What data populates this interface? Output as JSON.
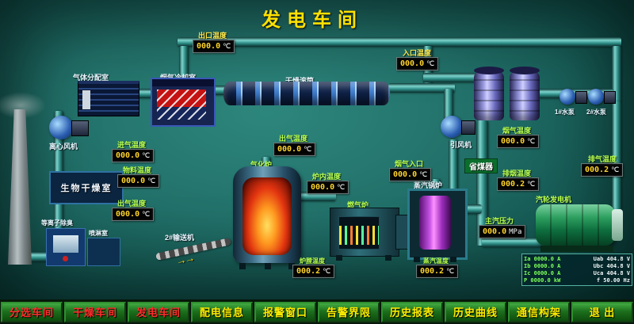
{
  "title": "发电车间",
  "equipment": {
    "gas_distribution": "气体分配室",
    "flue_cooling": "烟气冷却室",
    "drying_drum": "干燥滚筒",
    "centrifugal_fan": "离心风机",
    "bio_drying": "生物干燥室",
    "plasma": "等离子除臭",
    "spray_room": "喷淋室",
    "conveyor": "2#输送机",
    "gasifier": "气化炉",
    "gas_furnace": "燃气炉",
    "steam_boiler": "蒸汽锅炉",
    "economizer": "省煤器",
    "induced_fan": "引风机",
    "turbine": "汽轮发电机",
    "pump1": "1#水泵",
    "pump2": "2#水泵"
  },
  "readouts": [
    {
      "label": "出口温度",
      "value": "000.0",
      "unit": "℃"
    },
    {
      "label": "入口温度",
      "value": "000.0",
      "unit": "℃"
    },
    {
      "label": "进气温度",
      "value": "000.0",
      "unit": "℃"
    },
    {
      "label": "物料温度",
      "value": "000.0",
      "unit": "℃"
    },
    {
      "label": "出气温度",
      "value": "000.0",
      "unit": "℃"
    },
    {
      "label": "出气温度",
      "value": "000.0",
      "unit": "℃"
    },
    {
      "label": "炉内温度",
      "value": "000.0",
      "unit": "℃"
    },
    {
      "label": "烟气入口",
      "value": "000.0",
      "unit": "℃"
    },
    {
      "label": "烟气温度",
      "value": "000.0",
      "unit": "℃"
    },
    {
      "label": "排烟温度",
      "value": "000.2",
      "unit": "℃"
    },
    {
      "label": "排气温度",
      "value": "000.2",
      "unit": "℃"
    },
    {
      "label": "主汽压力",
      "value": "000.0",
      "unit": "MPa"
    },
    {
      "label": "炉膛温度",
      "value": "000.2",
      "unit": "℃"
    },
    {
      "label": "蒸汽温度",
      "value": "000.2",
      "unit": "℃"
    }
  ],
  "generator_panel": {
    "rows": [
      {
        "a": "Ia 0000.0 A",
        "b": "Uab 404.8 V"
      },
      {
        "a": "Ib 0000.0 A",
        "b": "Ubc 404.8 V"
      },
      {
        "a": "Ic 0000.0 A",
        "b": "Uca 404.8 V"
      },
      {
        "a": "P  0000.0 kW",
        "b": "f  50.00 Hz"
      }
    ]
  },
  "menu": [
    {
      "label": "分选车间"
    },
    {
      "label": "干燥车间"
    },
    {
      "label": "发电车间"
    },
    {
      "label": "配电信息"
    },
    {
      "label": "报警窗口"
    },
    {
      "label": "告警界限"
    },
    {
      "label": "历史报表"
    },
    {
      "label": "历史曲线"
    },
    {
      "label": "通信构架"
    },
    {
      "label": "退 出"
    }
  ]
}
